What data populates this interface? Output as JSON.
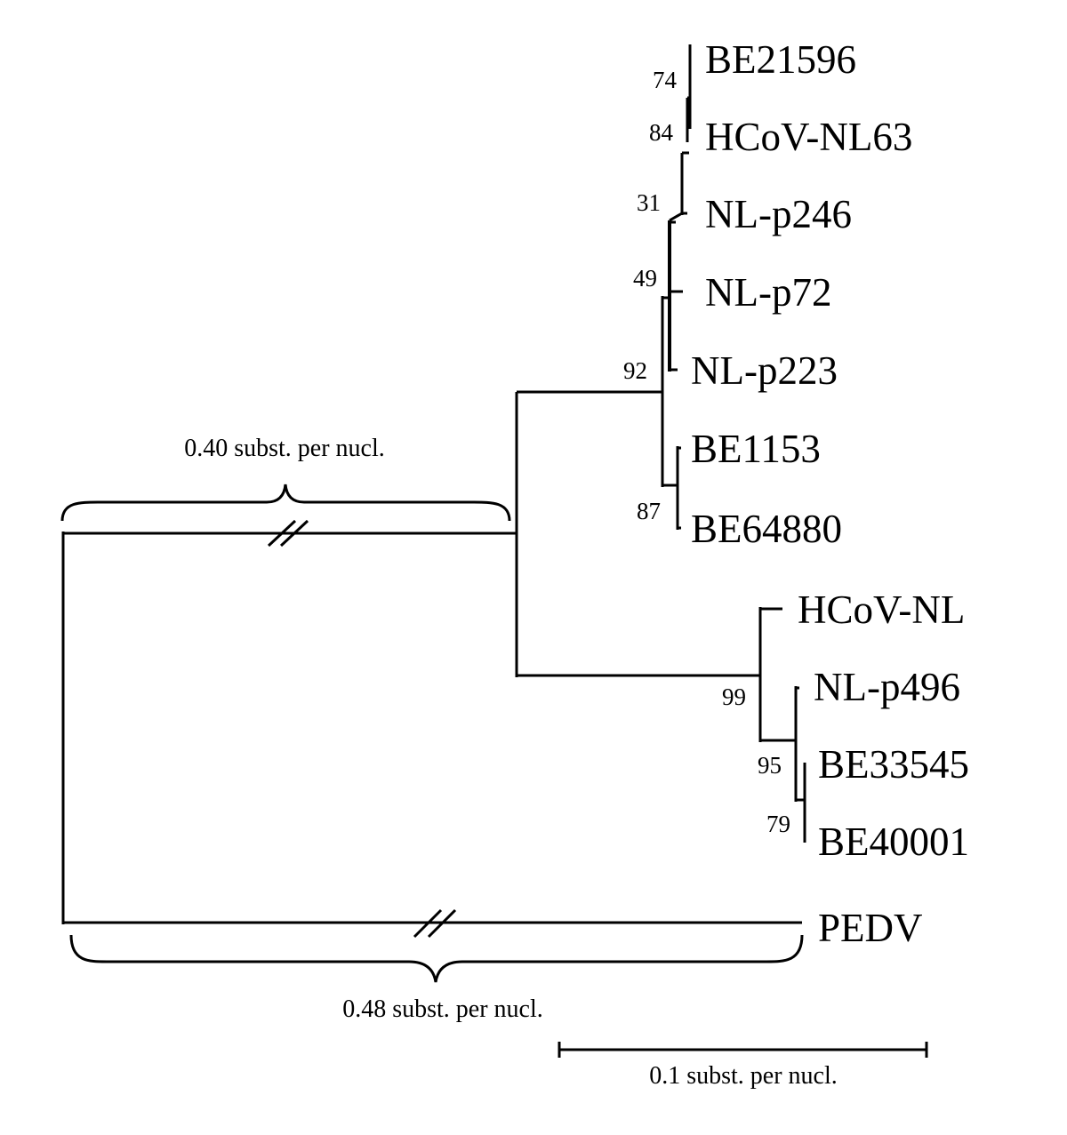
{
  "tree": {
    "taxa": [
      "BE21596",
      "HCoV-NL63",
      "NL-p246",
      "NL-p72",
      "NL-p223",
      "BE1153",
      "BE64880",
      "HCoV-NL",
      "NL-p496",
      "BE33545",
      "BE40001",
      "PEDV"
    ],
    "bootstrap": {
      "n74": "74",
      "n84": "84",
      "n31": "31",
      "n49": "49",
      "n92": "92",
      "n87": "87",
      "n99": "99",
      "n95": "95",
      "n79": "79"
    },
    "broken_branches": {
      "upper_label": "0.40 subst. per nucl.",
      "lower_label": "0.48 subst. per nucl."
    },
    "scale_bar": {
      "value": 0.1,
      "label": "0.1 subst. per nucl."
    },
    "colors": {
      "line": "#000000",
      "background": "#ffffff"
    }
  }
}
